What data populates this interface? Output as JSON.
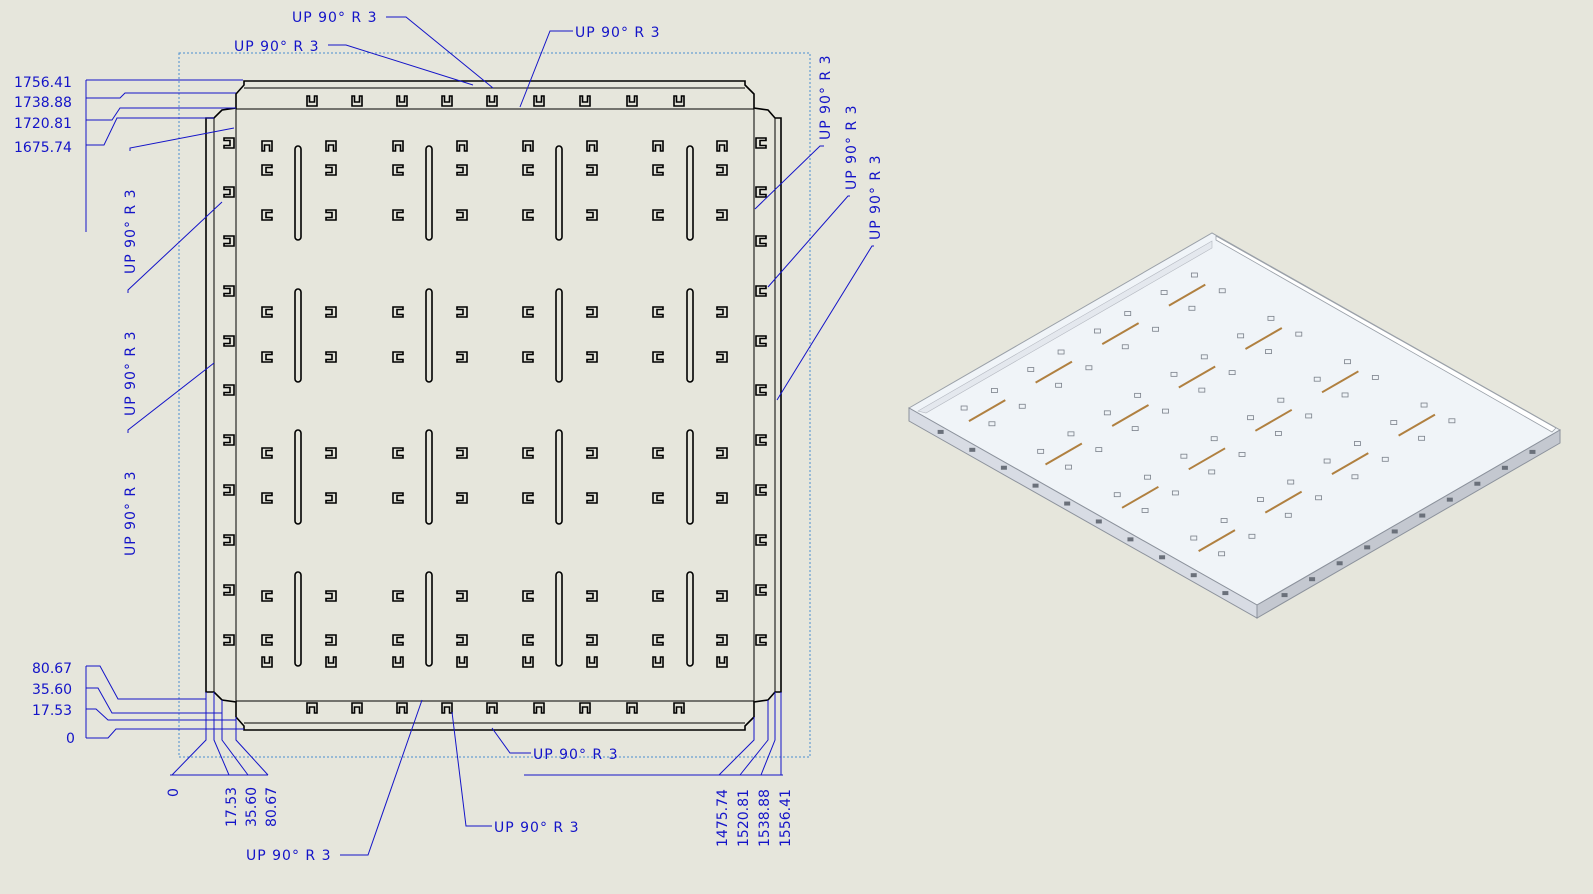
{
  "drawing": {
    "bend_note": "UP 90° R 3",
    "left_ordinates": [
      "1756.41",
      "1738.88",
      "1720.81",
      "1675.74"
    ],
    "left_ordinates_bottom": [
      "80.67",
      "35.60",
      "17.53",
      "0"
    ],
    "bottom_ordinates_left": [
      "0",
      "17.53",
      "35.60",
      "80.67"
    ],
    "bottom_ordinates_right": [
      "1475.74",
      "1520.81",
      "1538.88",
      "1556.41"
    ]
  },
  "colors": {
    "background": "#e6e6dc",
    "dimension": "#1414c8",
    "part_line": "#000000",
    "iso_face": "#f0f4f8",
    "iso_edge": "#b8bcc4"
  }
}
